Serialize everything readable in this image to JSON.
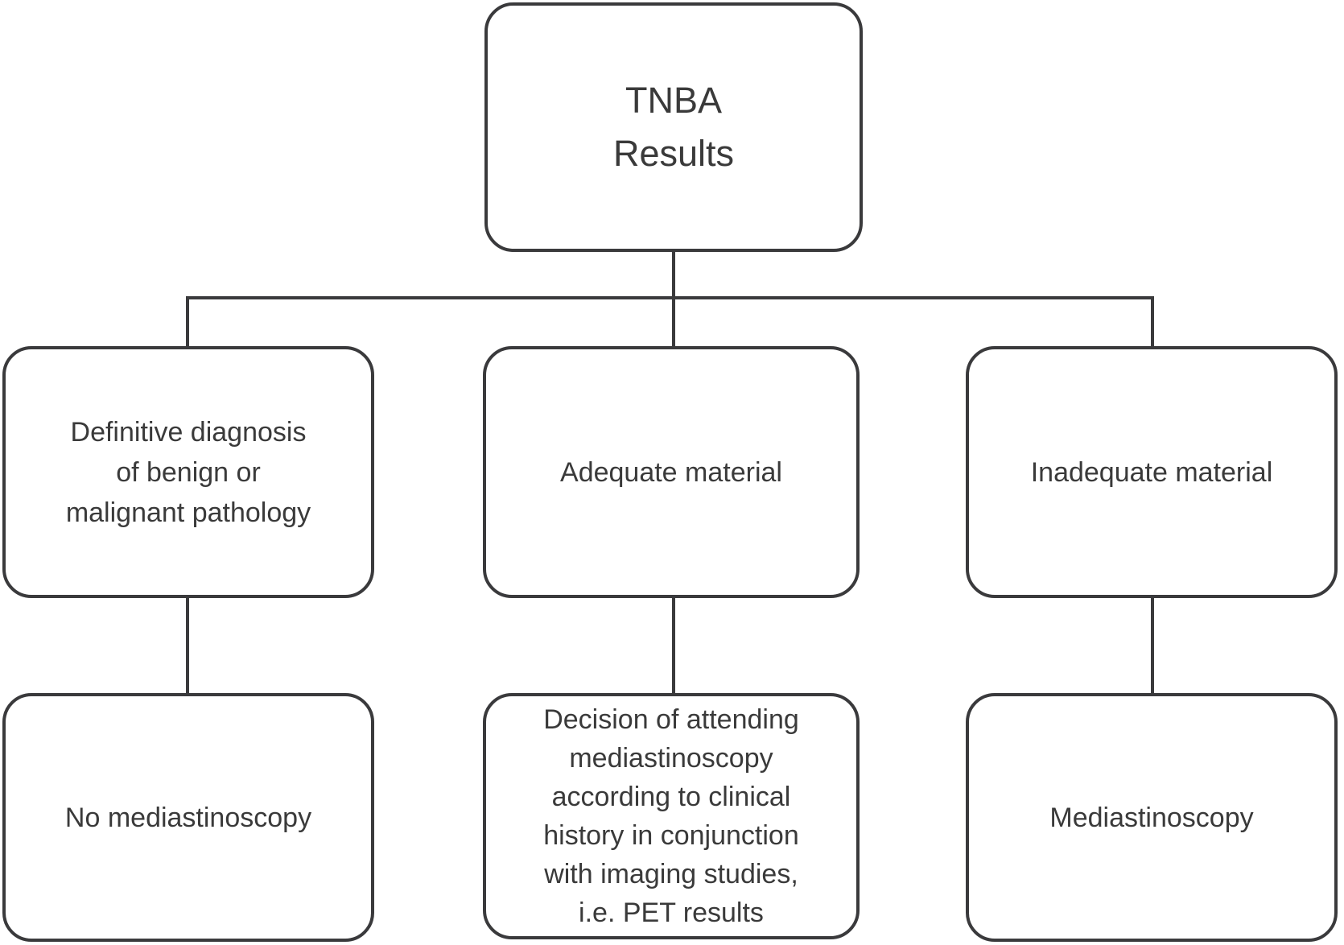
{
  "diagram": {
    "type": "flowchart",
    "colors": {
      "line": "#3a3a3c",
      "text": "#3a3a3a",
      "background": "#ffffff"
    },
    "nodes": {
      "tnba_results": {
        "text": "TNBA\nResults"
      },
      "definitive_diagnosis": {
        "text": "Definitive diagnosis\nof benign or\nmalignant pathology"
      },
      "adequate_material": {
        "text": "Adequate material"
      },
      "inadequate_material": {
        "text": "Inadequate material"
      },
      "no_mediastinoscopy": {
        "text": "No mediastinoscopy"
      },
      "decision_attending": {
        "text": "Decision of attending\nmediastinoscopy\naccording to clinical\nhistory in conjunction\nwith imaging studies,\ni.e. PET results"
      },
      "mediastinoscopy": {
        "text": "Mediastinoscopy"
      }
    },
    "edges": [
      {
        "from": "tnba_results",
        "to": "definitive_diagnosis"
      },
      {
        "from": "tnba_results",
        "to": "adequate_material"
      },
      {
        "from": "tnba_results",
        "to": "inadequate_material"
      },
      {
        "from": "definitive_diagnosis",
        "to": "no_mediastinoscopy"
      },
      {
        "from": "adequate_material",
        "to": "decision_attending"
      },
      {
        "from": "inadequate_material",
        "to": "mediastinoscopy"
      }
    ]
  }
}
